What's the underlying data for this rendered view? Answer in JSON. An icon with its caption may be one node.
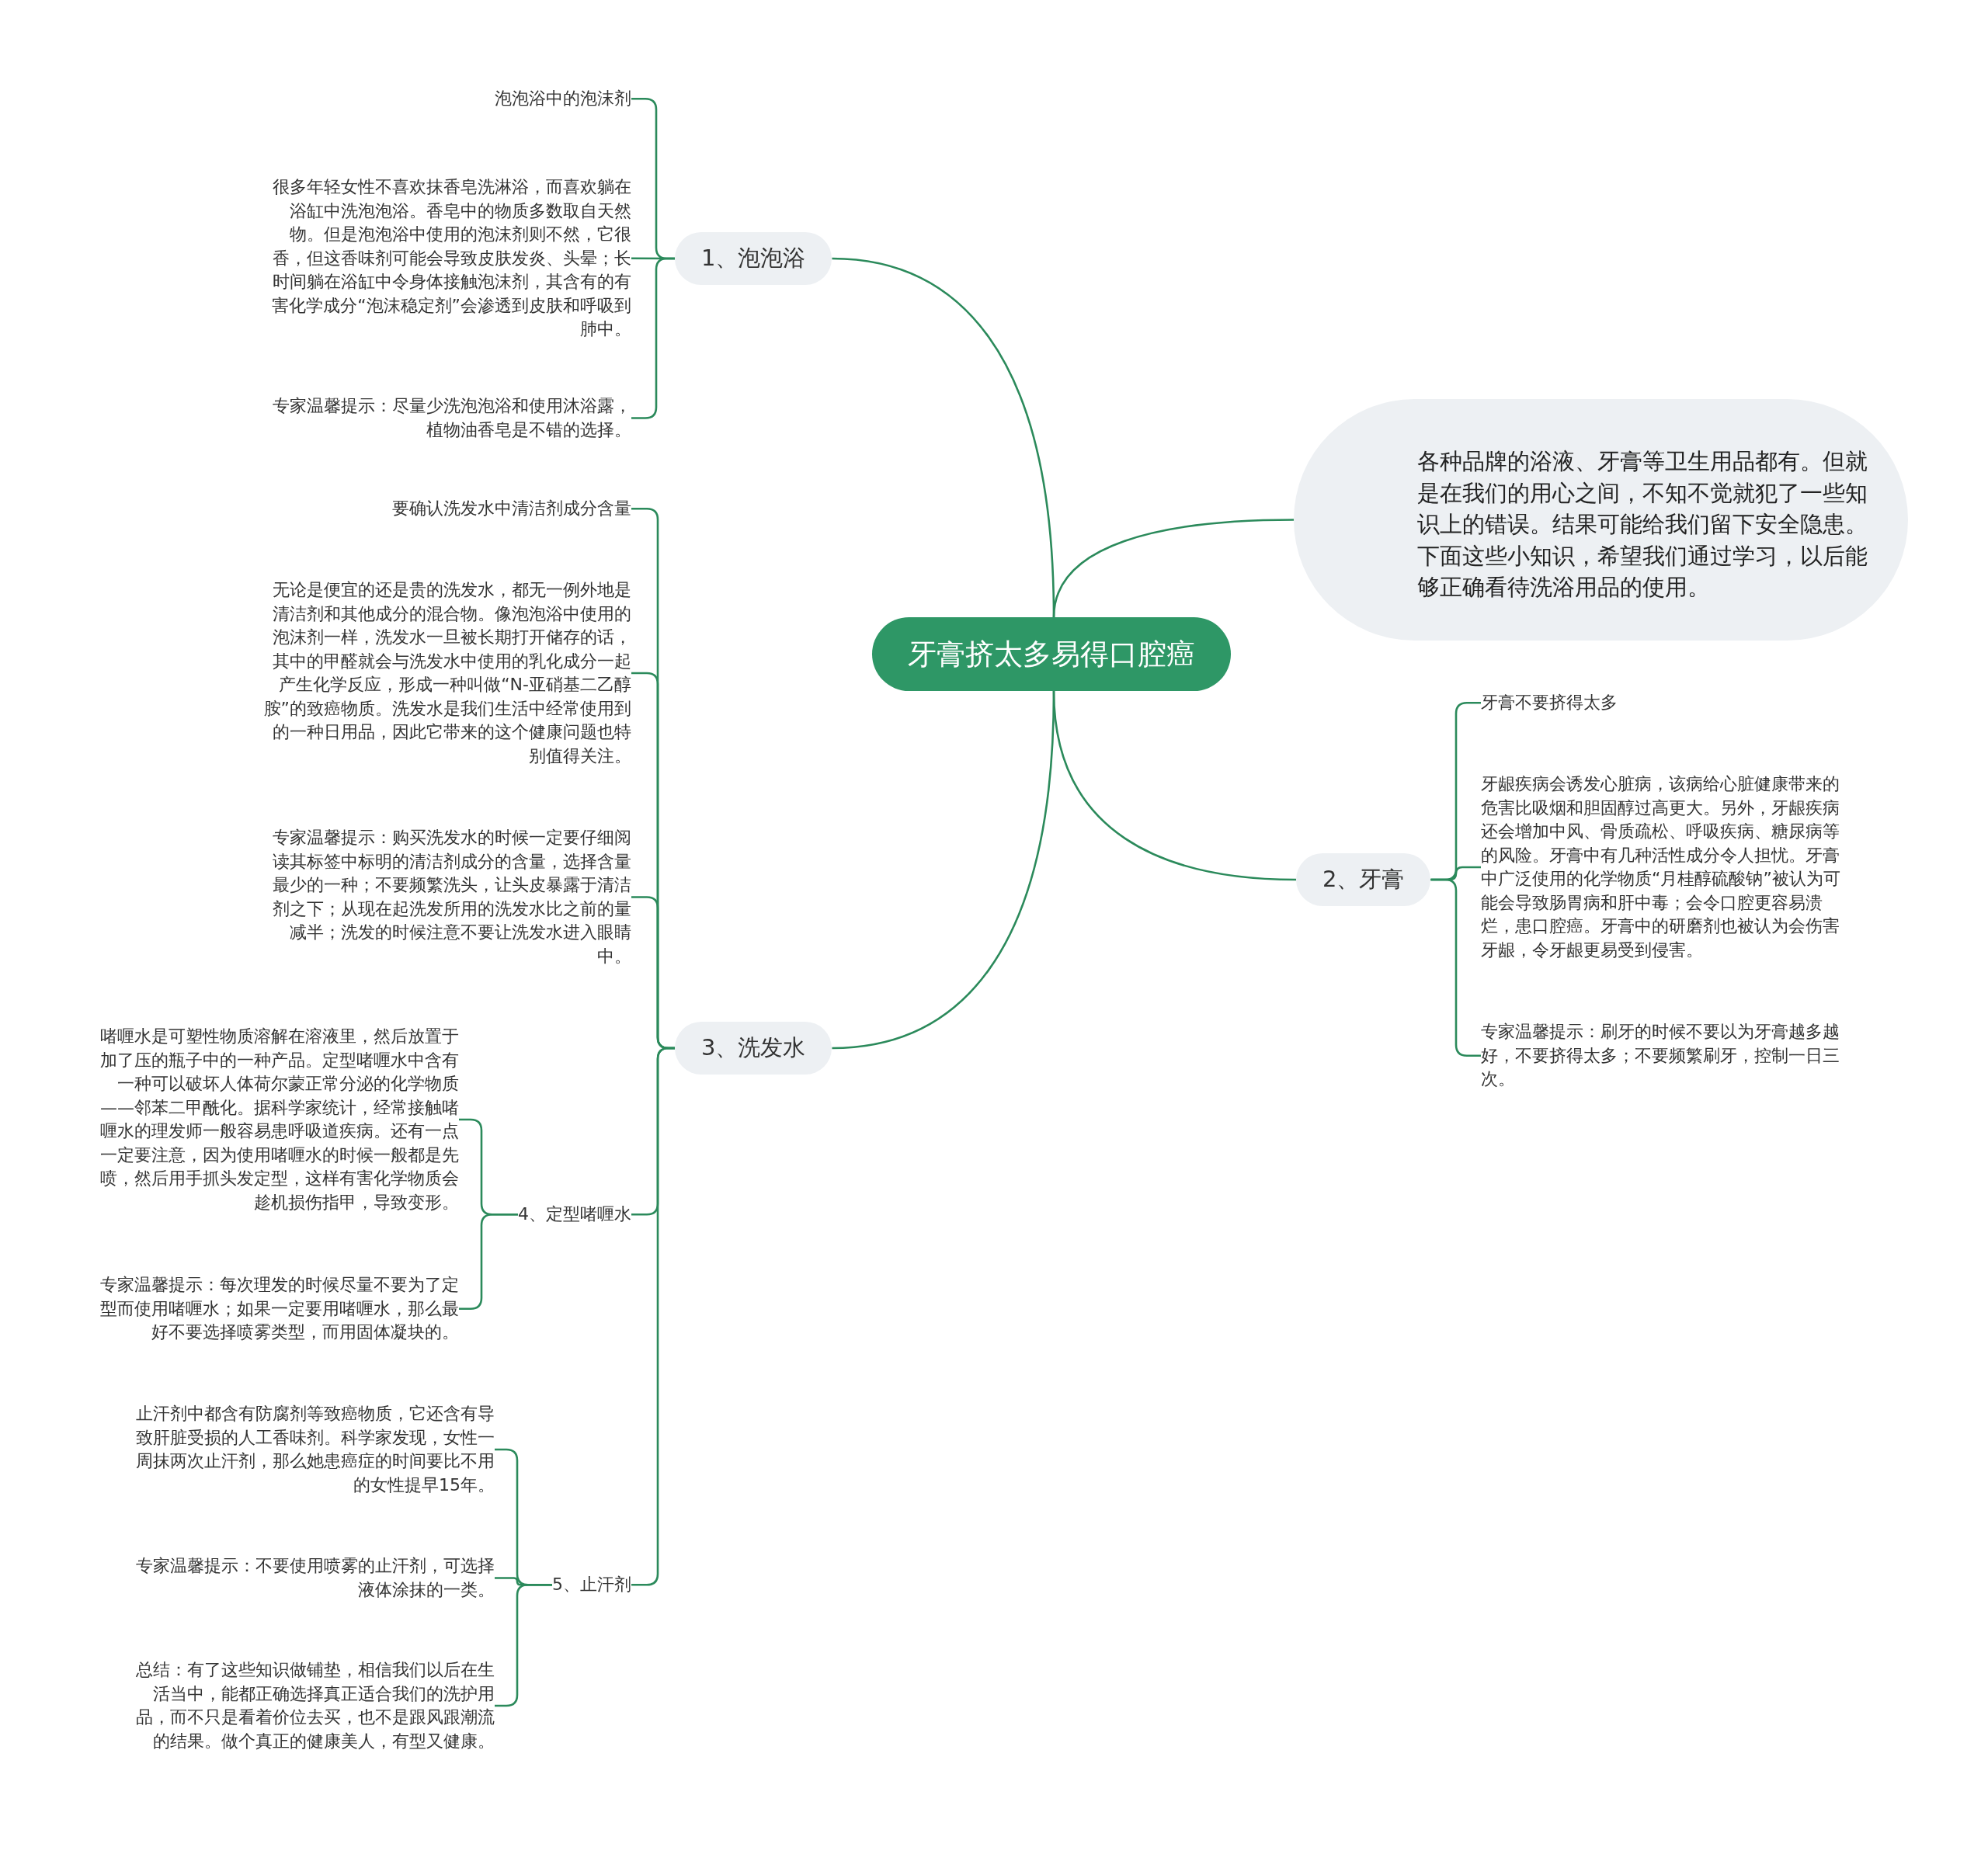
{
  "diagram": {
    "nodes": [
      {
        "text": [
          "牙膏挤太多易得口腔癌"
        ]
      },
      {
        "text": [
          "1、泡泡浴"
        ]
      },
      {
        "text": [
          "泡泡浴中的泡沫剂"
        ]
      },
      {
        "text": [
          "很多年轻女性不喜欢抹香皂洗淋浴，而喜欢躺在浴缸中洗泡泡浴。香皂中的物质多数取自天然物。但是泡泡浴中使用的泡沫剂则不然，它很香，但这香味剂可能会导致皮肤发炎、头晕；长时间躺在浴缸中令身体接触泡沫剂，其含有的有害化学成分“泡沫稳定剂”会渗透到皮肤和呼吸到肺中。"
        ]
      },
      {
        "text": [
          "专家温馨提示：尽量少洗泡泡浴和使用沐浴露，植物油香皂是不错的选择。"
        ]
      },
      {
        "text": [
          "各种品牌的浴液、牙膏等卫生用品都有。但就是在我们的用心之间，不知不觉就犯了一些知识上的错误。结果可能给我们留下安全隐患。下面这些小知识，希望我们通过学习，以后能够正确看待洗浴用品的使用。"
        ]
      },
      {
        "text": [
          "2、牙膏"
        ]
      },
      {
        "text": [
          "牙膏不要挤得太多"
        ]
      },
      {
        "text": [
          "牙龈疾病会诱发心脏病，该病给心脏健康带来的危害比吸烟和胆固醇过高更大。另外，牙龈疾病还会增加中风、骨质疏松、呼吸疾病、糖尿病等的风险。牙膏中有几种活性成分令人担忧。牙膏中广泛使用的化学物质“月桂醇硫酸钠”被认为可能会导致肠胃病和肝中毒；会令口腔更容易溃烂，患口腔癌。牙膏中的研磨剂也被认为会伤害牙龈，令牙龈更易受到侵害。"
        ]
      },
      {
        "text": [
          "专家温馨提示：刷牙的时候不要以为牙膏越多越好，不要挤得太多；不要频繁刷牙，控制一日三次。"
        ]
      },
      {
        "text": [
          "3、洗发水"
        ]
      },
      {
        "text": [
          "要确认洗发水中清洁剂成分含量"
        ]
      },
      {
        "text": [
          "无论是便宜的还是贵的洗发水，都无一例外地是清洁剂和其他成分的混合物。像泡泡浴中使用的泡沫剂一样，洗发水一旦被长期打开储存的话，其中的甲醛就会与洗发水中使用的乳化成分一起产生化学反应，形成一种叫做“N-亚硝基二乙醇胺”的致癌物质。洗发水是我们生活中经常使用到的一种日用品，因此它带来的这个健康问题也特别值得关注。"
        ]
      },
      {
        "text": [
          "专家温馨提示：购买洗发水的时候一定要仔细阅读其标签中标明的清洁剂成分的含量，选择含量最少的一种；不要频繁洗头，让头皮暴露于清洁剂之下；从现在起洗发所用的洗发水比之前的量减半；洗发的时候注意不要让洗发水进入眼睛中。"
        ]
      },
      {
        "text": [
          "4、定型啫喱水"
        ]
      },
      {
        "text": [
          "啫喱水是可塑性物质溶解在溶液里，然后放置于加了压的瓶子中的一种产品。定型啫喱水中含有一种可以破坏人体荷尔蒙正常分泌的化学物质——邻苯二甲酰化。据科学家统计，经常接触啫喱水的理发师一般容易患呼吸道疾病。还有一点一定要注意，因为使用啫喱水的时候一般都是先喷，然后用手抓头发定型，这样有害化学物质会趁机损伤指甲，导致变形。"
        ]
      },
      {
        "text": [
          "专家温馨提示：每次理发的时候尽量不要为了定型而使用啫喱水；如果一定要用啫喱水，那么最好不要选择喷雾类型，而用固体凝块的。"
        ]
      },
      {
        "text": [
          "5、止汗剂"
        ]
      },
      {
        "text": [
          "止汗剂中都含有防腐剂等致癌物质，它还含有导致肝脏受损的人工香味剂。科学家发现，女性一周抹两次止汗剂，那么她患癌症的时间要比不用的女性提早15年。"
        ]
      },
      {
        "text": [
          "专家温馨提示：不要使用喷雾的止汗剂，可选择液体涂抹的一类。"
        ]
      },
      {
        "text": [
          "总结：有了这些知识做铺垫，相信我们以后在生活当中，能都正确选择真正适合我们的洗护用品，而不只是看着价位去买，也不是跟风跟潮流的结果。做个真正的健康美人，有型又健康。"
        ]
      }
    ],
    "edges": [
      {
        "from": 0,
        "to": 1,
        "arrow": "none"
      },
      {
        "from": 0,
        "to": 5,
        "arrow": "none"
      },
      {
        "from": 0,
        "to": 6,
        "arrow": "none"
      },
      {
        "from": 0,
        "to": 10,
        "arrow": "none"
      },
      {
        "from": 1,
        "to": 2,
        "arrow": "none"
      },
      {
        "from": 1,
        "to": 3,
        "arrow": "none"
      },
      {
        "from": 1,
        "to": 4,
        "arrow": "none"
      },
      {
        "from": 6,
        "to": 7,
        "arrow": "none"
      },
      {
        "from": 6,
        "to": 8,
        "arrow": "none"
      },
      {
        "from": 6,
        "to": 9,
        "arrow": "none"
      },
      {
        "from": 10,
        "to": 11,
        "arrow": "none"
      },
      {
        "from": 10,
        "to": 12,
        "arrow": "none"
      },
      {
        "from": 10,
        "to": 13,
        "arrow": "none"
      },
      {
        "from": 10,
        "to": 14,
        "arrow": "none"
      },
      {
        "from": 10,
        "to": 17,
        "arrow": "none"
      },
      {
        "from": 14,
        "to": 15,
        "arrow": "none"
      },
      {
        "from": 14,
        "to": 16,
        "arrow": "none"
      },
      {
        "from": 17,
        "to": 18,
        "arrow": "none"
      },
      {
        "from": 17,
        "to": 19,
        "arrow": "none"
      },
      {
        "from": 17,
        "to": 20,
        "arrow": "none"
      }
    ]
  }
}
